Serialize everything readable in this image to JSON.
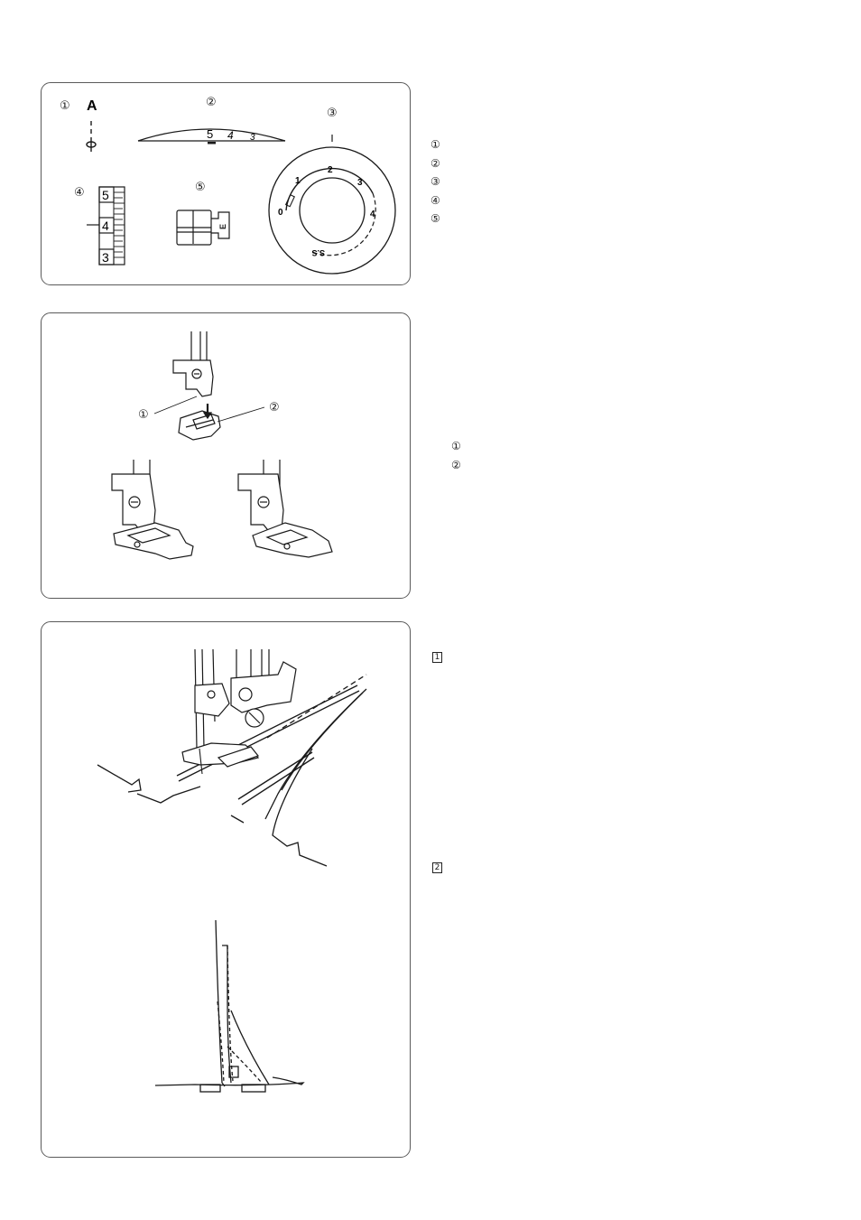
{
  "panel1": {
    "callouts": [
      "①",
      "②",
      "③",
      "④",
      "⑤"
    ],
    "pattern_letter": "A",
    "tension_scale": [
      "5",
      "4",
      "3"
    ],
    "length_scale": [
      "5",
      "4",
      "3"
    ],
    "foot_letter": "E",
    "dial_numbers": [
      "0",
      "1",
      "2",
      "3",
      "4"
    ],
    "dial_ss": "S.S",
    "legend": [
      "①",
      "②",
      "③",
      "④",
      "⑤"
    ]
  },
  "panel2": {
    "callouts": [
      "①",
      "②"
    ],
    "legend": [
      "①",
      "②"
    ]
  },
  "panel3": {
    "steps": [
      "1",
      "2"
    ]
  }
}
